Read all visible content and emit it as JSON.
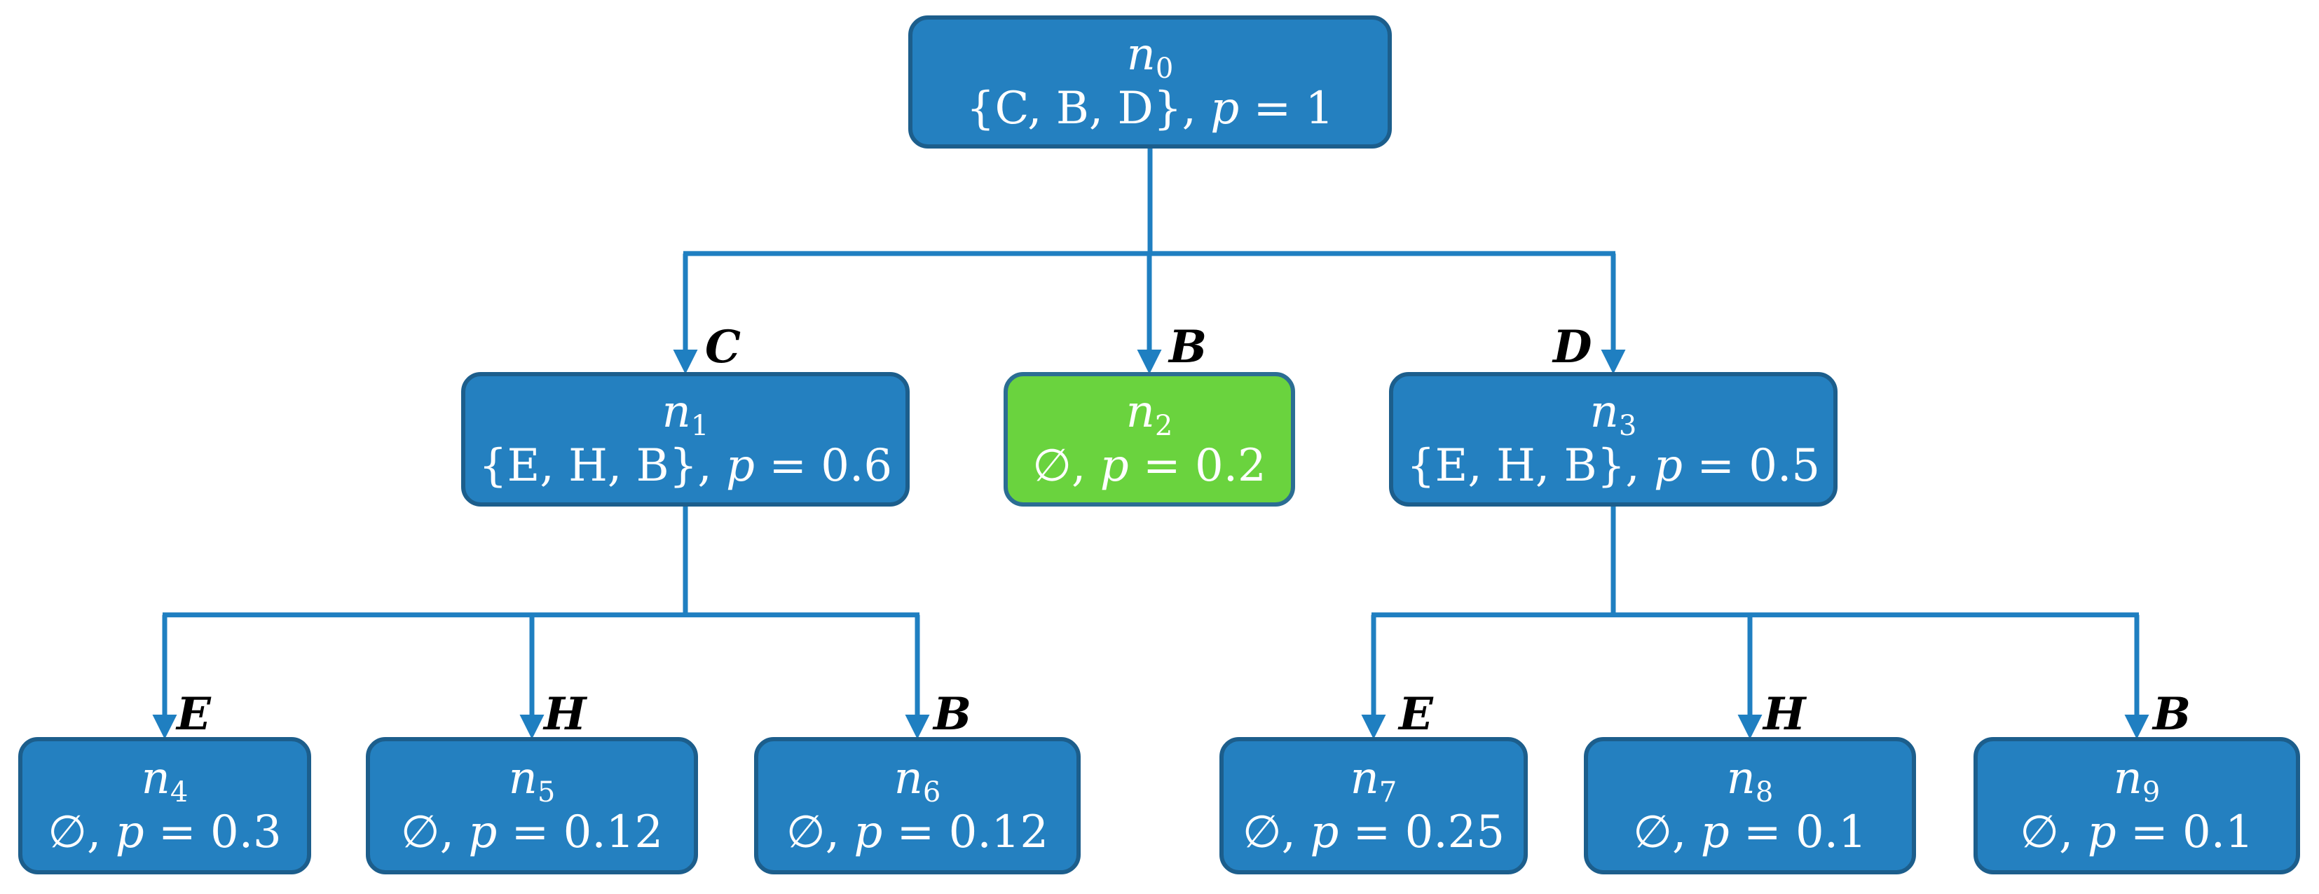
{
  "colors": {
    "node_fill": "#2480c0",
    "node_border": "#1c5e8c",
    "result_fill": "#6ad33e",
    "edge": "#1f7fc1",
    "edge_label": "#000000"
  },
  "nodes": [
    {
      "id": "n0",
      "name": "n",
      "sub": "0",
      "set": "{C, B, D}",
      "p_var": "p",
      "p_eq": " = 1"
    },
    {
      "id": "n1",
      "name": "n",
      "sub": "1",
      "set": "{E, H, B}",
      "p_var": "p",
      "p_eq": " = 0.6"
    },
    {
      "id": "n2",
      "name": "n",
      "sub": "2",
      "set": "∅",
      "p_var": "p",
      "p_eq": " = 0.2"
    },
    {
      "id": "n3",
      "name": "n",
      "sub": "3",
      "set": "{E, H, B}",
      "p_var": "p",
      "p_eq": " = 0.5"
    },
    {
      "id": "n4",
      "name": "n",
      "sub": "4",
      "set": "∅",
      "p_var": "p",
      "p_eq": " = 0.3"
    },
    {
      "id": "n5",
      "name": "n",
      "sub": "5",
      "set": "∅",
      "p_var": "p",
      "p_eq": " = 0.12"
    },
    {
      "id": "n6",
      "name": "n",
      "sub": "6",
      "set": "∅",
      "p_var": "p",
      "p_eq": " = 0.12"
    },
    {
      "id": "n7",
      "name": "n",
      "sub": "7",
      "set": "∅",
      "p_var": "p",
      "p_eq": " = 0.25"
    },
    {
      "id": "n8",
      "name": "n",
      "sub": "8",
      "set": "∅",
      "p_var": "p",
      "p_eq": " = 0.1"
    },
    {
      "id": "n9",
      "name": "n",
      "sub": "9",
      "set": "∅",
      "p_var": "p",
      "p_eq": " = 0.1"
    }
  ],
  "edges": [
    {
      "from": "n0",
      "to": "n1",
      "label": "C"
    },
    {
      "from": "n0",
      "to": "n2",
      "label": "B"
    },
    {
      "from": "n0",
      "to": "n3",
      "label": "D"
    },
    {
      "from": "n1",
      "to": "n4",
      "label": "E"
    },
    {
      "from": "n1",
      "to": "n5",
      "label": "H"
    },
    {
      "from": "n1",
      "to": "n6",
      "label": "B"
    },
    {
      "from": "n3",
      "to": "n7",
      "label": "E"
    },
    {
      "from": "n3",
      "to": "n8",
      "label": "H"
    },
    {
      "from": "n3",
      "to": "n9",
      "label": "B"
    }
  ]
}
